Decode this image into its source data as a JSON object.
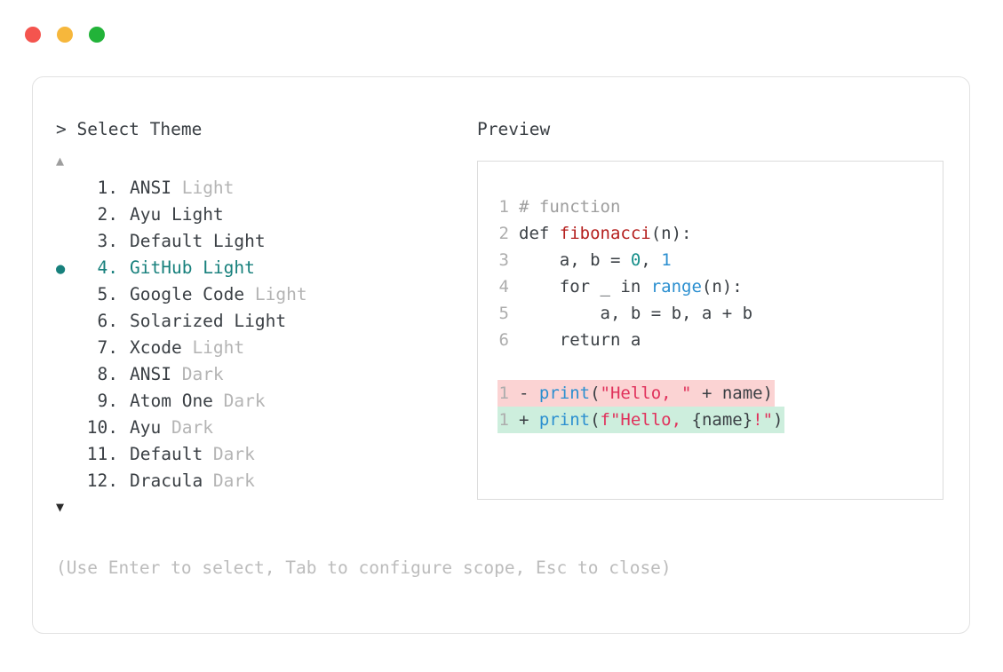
{
  "window": {
    "dots": [
      {
        "name": "close",
        "color": "#f4544e"
      },
      {
        "name": "minimize",
        "color": "#f6b73c"
      },
      {
        "name": "maximize",
        "color": "#22b339"
      }
    ]
  },
  "prompt": {
    "marker": ">",
    "title": "Select Theme",
    "heading": "> Select Theme"
  },
  "scroll": {
    "up_indicator": "▲",
    "down_indicator": "▼"
  },
  "selected_index": 4,
  "selected_bullet": "●",
  "accent_color": "#17807c",
  "themes": [
    {
      "num": "1.",
      "name": "ANSI",
      "variant": " Light",
      "variant_strong": false,
      "selected": false
    },
    {
      "num": "2.",
      "name": "Ayu",
      "variant": " Light",
      "variant_strong": true,
      "selected": false
    },
    {
      "num": "3.",
      "name": "Default",
      "variant": " Light",
      "variant_strong": true,
      "selected": false
    },
    {
      "num": "4.",
      "name": "GitHub",
      "variant": " Light",
      "variant_strong": false,
      "selected": true
    },
    {
      "num": "5.",
      "name": "Google Code",
      "variant": " Light",
      "variant_strong": false,
      "selected": false
    },
    {
      "num": "6.",
      "name": "Solarized",
      "variant": " Light",
      "variant_strong": true,
      "selected": false
    },
    {
      "num": "7.",
      "name": "Xcode",
      "variant": " Light",
      "variant_strong": false,
      "selected": false
    },
    {
      "num": "8.",
      "name": "ANSI",
      "variant": " Dark",
      "variant_strong": false,
      "selected": false
    },
    {
      "num": "9.",
      "name": "Atom One",
      "variant": " Dark",
      "variant_strong": false,
      "selected": false
    },
    {
      "num": "10.",
      "name": "Ayu",
      "variant": " Dark",
      "variant_strong": false,
      "selected": false
    },
    {
      "num": "11.",
      "name": "Default",
      "variant": " Dark",
      "variant_strong": false,
      "selected": false
    },
    {
      "num": "12.",
      "name": "Dracula",
      "variant": " Dark",
      "variant_strong": false,
      "selected": false
    }
  ],
  "preview": {
    "label": "Preview",
    "code_lines": [
      {
        "ln": "1",
        "tokens": [
          {
            "t": "# function",
            "c": "comment"
          }
        ]
      },
      {
        "ln": "2",
        "tokens": [
          {
            "t": "def ",
            "c": "kw"
          },
          {
            "t": "fibonacci",
            "c": "fn"
          },
          {
            "t": "(n):",
            "c": "plain"
          }
        ]
      },
      {
        "ln": "3",
        "tokens": [
          {
            "t": "    a, b = ",
            "c": "plain"
          },
          {
            "t": "0",
            "c": "num-t"
          },
          {
            "t": ", ",
            "c": "plain"
          },
          {
            "t": "1",
            "c": "num-b"
          }
        ]
      },
      {
        "ln": "4",
        "tokens": [
          {
            "t": "    for _ in ",
            "c": "plain"
          },
          {
            "t": "range",
            "c": "builtin"
          },
          {
            "t": "(n):",
            "c": "plain"
          }
        ]
      },
      {
        "ln": "5",
        "tokens": [
          {
            "t": "        a, b = b, a + b",
            "c": "plain"
          }
        ]
      },
      {
        "ln": "6",
        "tokens": [
          {
            "t": "    return a",
            "c": "plain"
          }
        ]
      }
    ],
    "diff_lines": [
      {
        "ln": "1",
        "kind": "del",
        "sign": "-",
        "tokens": [
          {
            "t": "print",
            "c": "builtin"
          },
          {
            "t": "(",
            "c": "plain"
          },
          {
            "t": "\"Hello, \"",
            "c": "str"
          },
          {
            "t": " + name)",
            "c": "plain"
          }
        ]
      },
      {
        "ln": "1",
        "kind": "add",
        "sign": "+",
        "tokens": [
          {
            "t": "print",
            "c": "builtin"
          },
          {
            "t": "(",
            "c": "plain"
          },
          {
            "t": "f\"Hello, ",
            "c": "str"
          },
          {
            "t": "{name}",
            "c": "plain"
          },
          {
            "t": "!\"",
            "c": "str"
          },
          {
            "t": ")",
            "c": "plain"
          }
        ]
      }
    ]
  },
  "footer": {
    "hint": "(Use Enter to select, Tab to configure scope, Esc to close)"
  }
}
